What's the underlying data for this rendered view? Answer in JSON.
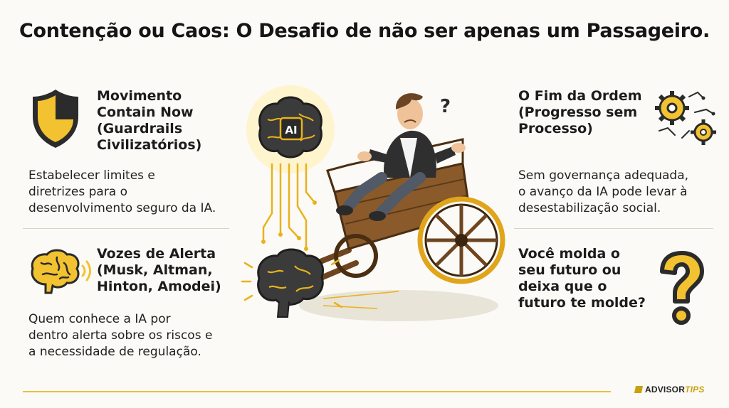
{
  "title": "Contenção ou Caos: O Desafio de não ser apenas um Passageiro.",
  "panels": {
    "top_left": {
      "title_lines": [
        "Movimento",
        "Contain Now",
        "(Guardrails",
        "Civilizatórios)"
      ],
      "body_lines": [
        "Estabelecer limites e",
        "diretrizes para o",
        "desenvolvimento seguro da IA."
      ]
    },
    "bottom_left": {
      "title_lines": [
        "Vozes de Alerta",
        "(Musk, Altman,",
        "Hinton, Amodei)"
      ],
      "body_lines": [
        "Quem conhece a IA por",
        "dentro alerta sobre os riscos e",
        "a necessidade de regulação."
      ]
    },
    "top_right": {
      "title_lines": [
        "O Fim da Ordem",
        "(Progresso sem",
        "Processo)"
      ],
      "body_lines": [
        "Sem governança adequada,",
        "o avanço da IA pode levar à",
        "desestabilização social."
      ]
    },
    "bottom_right": {
      "title_lines": [
        "Você molda o",
        "seu futuro ou",
        "deixa que o",
        "futuro te molde?"
      ]
    },
    "center": {
      "chip_label": "AI"
    }
  },
  "footer": {
    "logo_text": "ADVISOR",
    "logo_accent": "TIPS"
  },
  "colors": {
    "gold": "#e9b21c",
    "dark": "#2b2b2b",
    "wood": "#8a5a2b",
    "background": "#fbfaf6"
  },
  "icons": [
    "shield-icon",
    "brain-icon",
    "gears-icon",
    "question-mark-icon",
    "ai-brain-icon",
    "cart-illustration",
    "person-illustration"
  ]
}
